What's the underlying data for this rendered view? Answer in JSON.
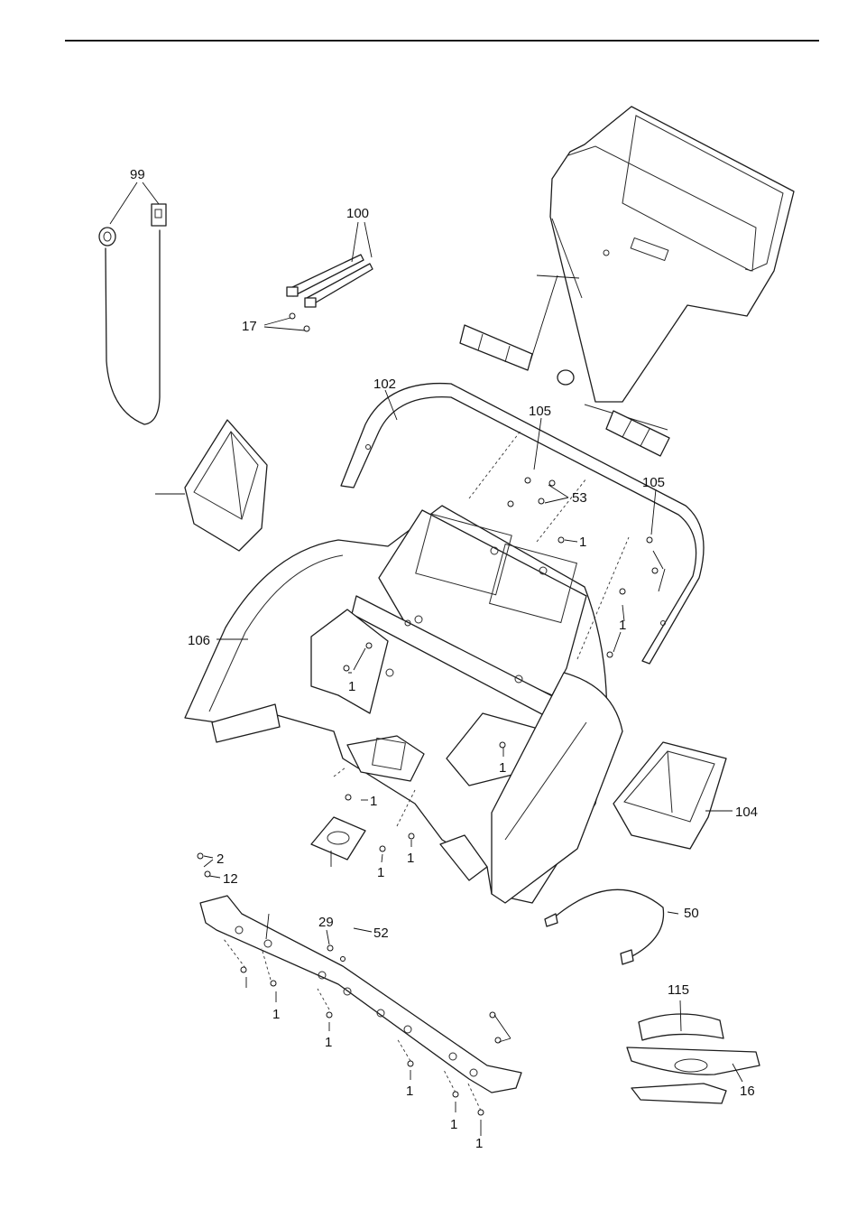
{
  "callouts": {
    "p99": "99",
    "p100": "100",
    "p17": "17",
    "p102": "102",
    "p105a": "105",
    "p105b": "105",
    "p53": "53",
    "p1_a": "1",
    "p1_b": "1",
    "p1_c": "1",
    "p106": "106",
    "p1_d": "1",
    "p1_e": "1",
    "p1_f": "1",
    "p1_g": "1",
    "p104": "104",
    "p2": "2",
    "p12": "12",
    "p29": "29",
    "p52": "52",
    "p50": "50",
    "p1_h": "1",
    "p1_i": "1",
    "p1_j": "1",
    "p1_k": "1",
    "p1_l": "1",
    "p115": "115",
    "p16": "16"
  }
}
